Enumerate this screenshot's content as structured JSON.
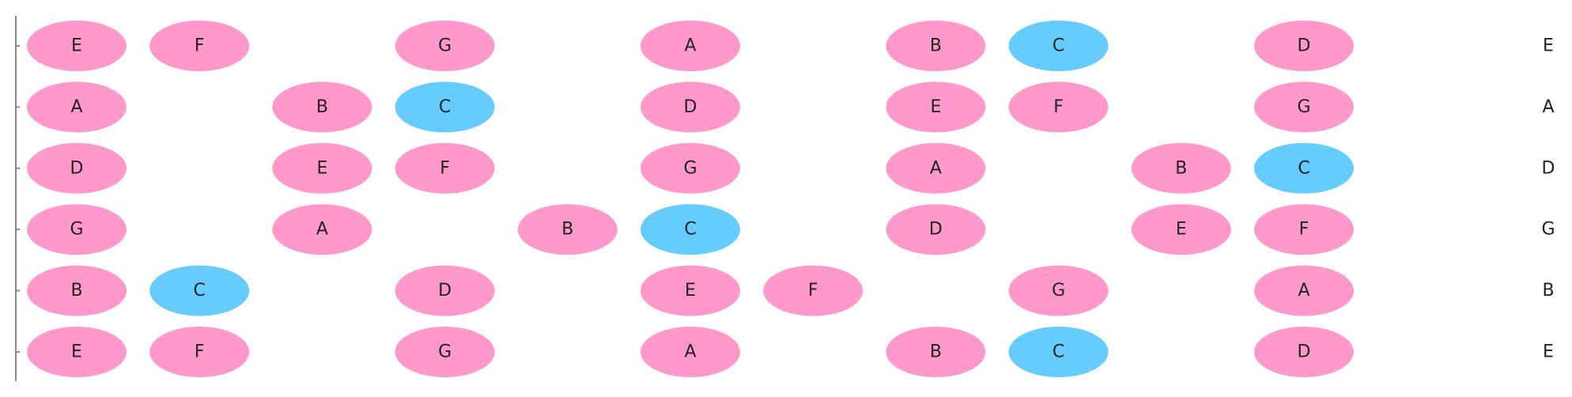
{
  "colors": {
    "natural_note": "#ff99cc",
    "root_note_C": "#66ccff",
    "axis": "#888888",
    "text": "#222222"
  },
  "strings": [
    {
      "name": "E",
      "notes": [
        {
          "fret": 0,
          "label": "E"
        },
        {
          "fret": 1,
          "label": "F"
        },
        {
          "fret": 3,
          "label": "G"
        },
        {
          "fret": 5,
          "label": "A"
        },
        {
          "fret": 7,
          "label": "B"
        },
        {
          "fret": 8,
          "label": "C"
        },
        {
          "fret": 10,
          "label": "D"
        }
      ]
    },
    {
      "name": "A",
      "notes": [
        {
          "fret": 0,
          "label": "A"
        },
        {
          "fret": 2,
          "label": "B"
        },
        {
          "fret": 3,
          "label": "C"
        },
        {
          "fret": 5,
          "label": "D"
        },
        {
          "fret": 7,
          "label": "E"
        },
        {
          "fret": 8,
          "label": "F"
        },
        {
          "fret": 10,
          "label": "G"
        }
      ]
    },
    {
      "name": "D",
      "notes": [
        {
          "fret": 0,
          "label": "D"
        },
        {
          "fret": 2,
          "label": "E"
        },
        {
          "fret": 3,
          "label": "F"
        },
        {
          "fret": 5,
          "label": "G"
        },
        {
          "fret": 7,
          "label": "A"
        },
        {
          "fret": 9,
          "label": "B"
        },
        {
          "fret": 10,
          "label": "C"
        }
      ]
    },
    {
      "name": "G",
      "notes": [
        {
          "fret": 0,
          "label": "G"
        },
        {
          "fret": 2,
          "label": "A"
        },
        {
          "fret": 4,
          "label": "B"
        },
        {
          "fret": 5,
          "label": "C"
        },
        {
          "fret": 7,
          "label": "D"
        },
        {
          "fret": 9,
          "label": "E"
        },
        {
          "fret": 10,
          "label": "F"
        }
      ]
    },
    {
      "name": "B",
      "notes": [
        {
          "fret": 0,
          "label": "B"
        },
        {
          "fret": 1,
          "label": "C"
        },
        {
          "fret": 3,
          "label": "D"
        },
        {
          "fret": 5,
          "label": "E"
        },
        {
          "fret": 6,
          "label": "F"
        },
        {
          "fret": 8,
          "label": "G"
        },
        {
          "fret": 10,
          "label": "A"
        }
      ]
    },
    {
      "name": "E",
      "notes": [
        {
          "fret": 0,
          "label": "E"
        },
        {
          "fret": 1,
          "label": "F"
        },
        {
          "fret": 3,
          "label": "G"
        },
        {
          "fret": 5,
          "label": "A"
        },
        {
          "fret": 7,
          "label": "B"
        },
        {
          "fret": 8,
          "label": "C"
        },
        {
          "fret": 10,
          "label": "D"
        }
      ]
    }
  ]
}
